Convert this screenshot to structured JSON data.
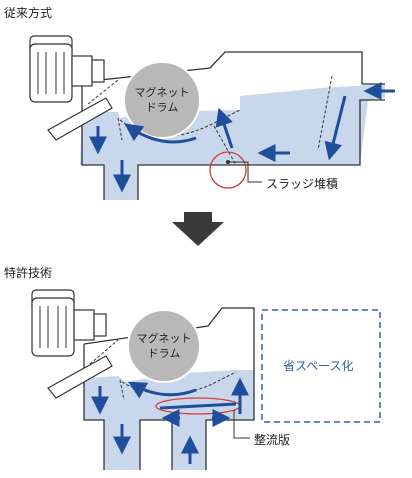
{
  "top": {
    "title": "従来方式",
    "drum_label_line1": "マグネット",
    "drum_label_line2": "ドラム",
    "callout": "スラッジ堆積"
  },
  "bottom": {
    "title": "特許技術",
    "drum_label_line1": "マグネット",
    "drum_label_line2": "ドラム",
    "space_saving": "省スペース化",
    "callout": "整流版"
  },
  "colors": {
    "water": "#c8d7ec",
    "arrow": "#1f4f9c",
    "outline": "#333333",
    "drum": "#b8b8b8",
    "highlight": "#d93a3a",
    "transition_arrow": "#3a3a3a",
    "dashed_box": "#2e5fa8"
  }
}
